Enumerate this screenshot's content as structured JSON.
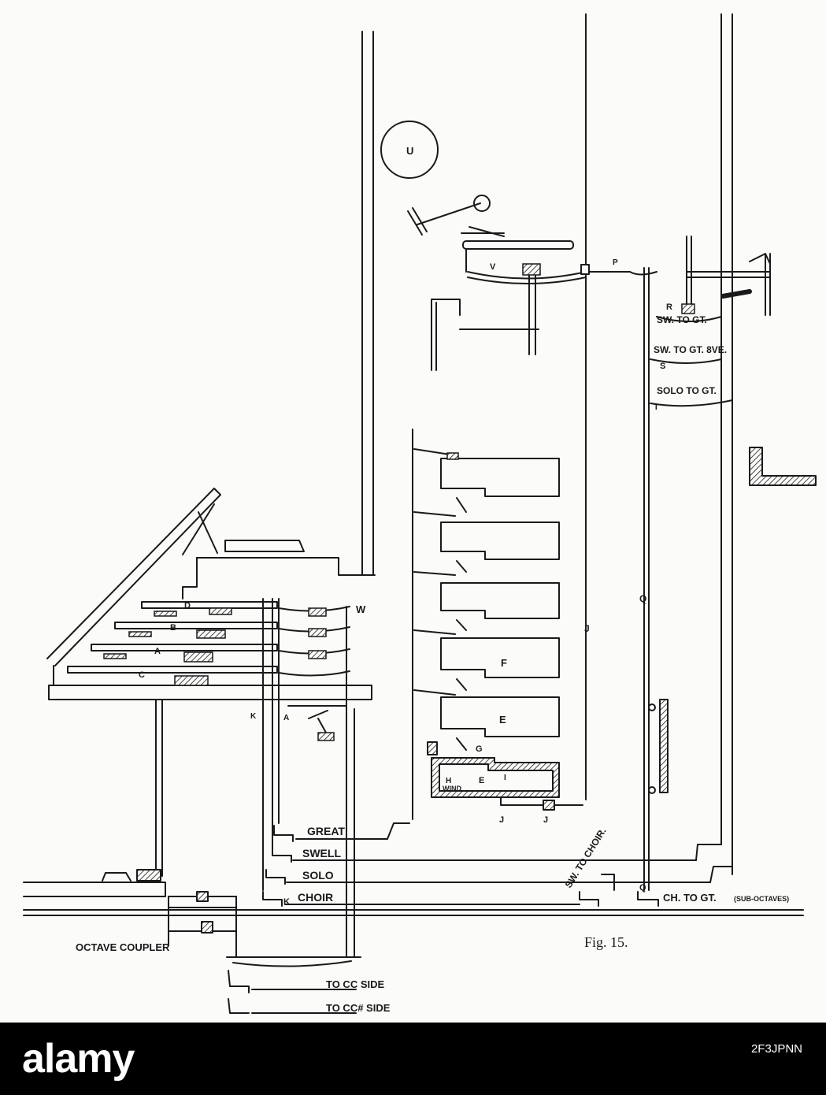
{
  "figure": {
    "caption": "Fig. 15.",
    "labels": {
      "u": "U",
      "v": "V",
      "p": "P",
      "r": "R",
      "s": "S",
      "t": "T",
      "w": "W",
      "d": "D",
      "b": "B",
      "a_manual": "A",
      "c": "C",
      "k_upper": "K",
      "a_lower": "A",
      "j_mid": "J",
      "j_left": "J",
      "j_right": "J",
      "q_mid": "Q",
      "q_lower": "Q",
      "f": "F",
      "e_upper": "E",
      "e_chest": "E",
      "g": "G",
      "h": "H",
      "i": "I",
      "k_lower": "K",
      "wind": "WIND"
    },
    "couplers": {
      "sw_to_gt": "SW. TO GT.",
      "sw_to_gt_8ve": "SW. TO GT. 8VE.",
      "solo_to_gt": "SOLO TO GT.",
      "sw_to_choir": "SW. TO CHOIR.",
      "ch_to_gt": "CH. TO GT.",
      "sub_octaves": "(SUB-OCTAVES)",
      "octave_coupler": "OCTAVE COUPLER"
    },
    "manuals": {
      "great": "GREAT",
      "swell": "SWELL",
      "solo": "SOLO",
      "choir": "CHOIR"
    },
    "outputs": {
      "to_cc_side": "TO CC SIDE",
      "to_ccs_side": "TO CC# SIDE"
    }
  },
  "watermark": {
    "logo_text": "alamy",
    "image_id": "2F3JPNN"
  },
  "colors": {
    "ink": "#1a1a1a",
    "paper": "#fbfbf9",
    "footer": "#000000",
    "footer_text": "#ffffff"
  }
}
